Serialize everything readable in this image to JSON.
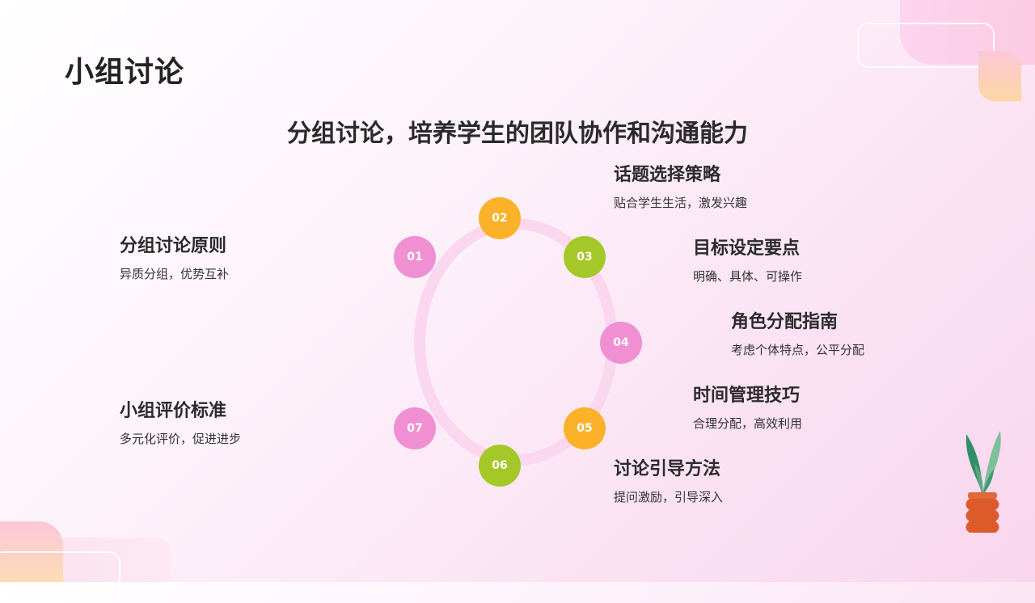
{
  "page": {
    "title": "小组讨论"
  },
  "subtitle": "分组讨论，培养学生的团队协作和沟通能力",
  "colors": {
    "pink": "#f08fd2",
    "orange": "#fbb22a",
    "green": "#a5c829",
    "ring": "#fbd6ef"
  },
  "nodes": [
    "01",
    "02",
    "03",
    "04",
    "05",
    "06",
    "07"
  ],
  "items": [
    {
      "title": "分组讨论原则",
      "desc": "异质分组，优势互补"
    },
    {
      "title": "话题选择策略",
      "desc": "贴合学生生活，激发兴趣"
    },
    {
      "title": "目标设定要点",
      "desc": "明确、具体、可操作"
    },
    {
      "title": "角色分配指南",
      "desc": "考虑个体特点，公平分配"
    },
    {
      "title": "时间管理技巧",
      "desc": "合理分配，高效利用"
    },
    {
      "title": "讨论引导方法",
      "desc": "提问激励，引导深入"
    },
    {
      "title": "小组评价标准",
      "desc": "多元化评价，促进进步"
    }
  ]
}
